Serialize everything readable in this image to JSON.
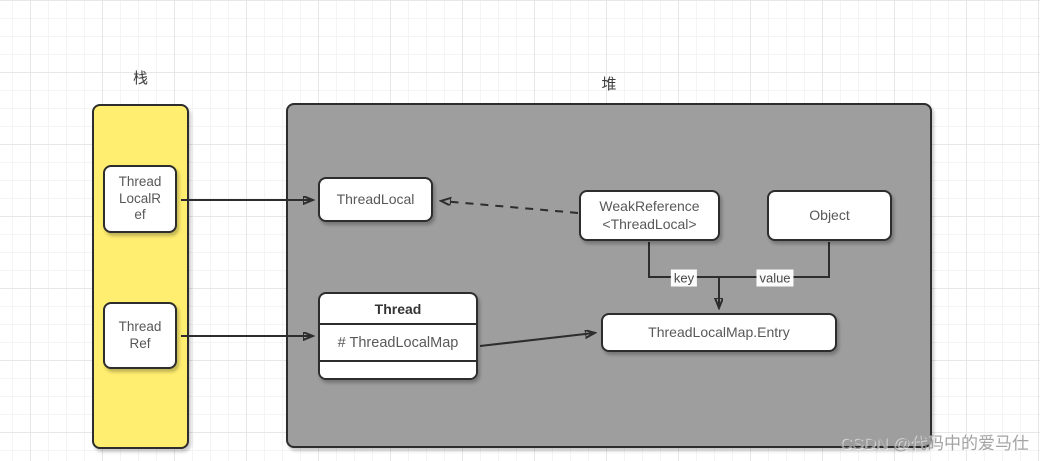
{
  "regions": {
    "stack": {
      "label": "栈"
    },
    "heap": {
      "label": "堆"
    }
  },
  "nodes": {
    "thread_local_ref": {
      "label": "Thread\nLocalR\nef"
    },
    "thread_ref": {
      "label": "Thread\nRef"
    },
    "thread_local": {
      "label": "ThreadLocal"
    },
    "weak_reference": {
      "label": "WeakReference\n<ThreadLocal>"
    },
    "object": {
      "label": "Object"
    },
    "thread_class": {
      "title": "Thread",
      "field": "# ThreadLocalMap"
    },
    "entry": {
      "label": "ThreadLocalMap.Entry"
    }
  },
  "edge_labels": {
    "key": "key",
    "value": "value"
  },
  "watermark": "CSDN @代码中的爱马仕",
  "colors": {
    "stack_fill": "#ffee6f",
    "heap_fill": "#9e9e9e",
    "stroke": "#2d2d2d",
    "node_text": "#585858"
  }
}
